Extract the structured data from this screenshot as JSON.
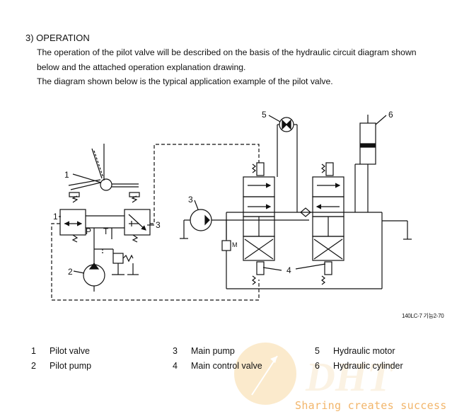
{
  "section": {
    "heading": "3) OPERATION",
    "paragraphs": [
      "The operation of the pilot valve will be described on the basis of the hydraulic circuit diagram shown",
      "below and the attached operation explanation drawing.",
      "The diagram shown below is the typical application example of the pilot valve."
    ]
  },
  "diagram": {
    "callouts": [
      "1",
      "1",
      "2",
      "3",
      "3",
      "4",
      "5",
      "6"
    ],
    "port_labels": {
      "p": "P",
      "t": "T",
      "m": "M"
    },
    "figure_code": "140LC-7 기능2-70"
  },
  "legend": [
    {
      "number": "1",
      "label": "Pilot valve"
    },
    {
      "number": "2",
      "label": "Pilot pump"
    },
    {
      "number": "3",
      "label": "Main pump"
    },
    {
      "number": "4",
      "label": "Main control valve"
    },
    {
      "number": "5",
      "label": "Hydraulic motor"
    },
    {
      "number": "6",
      "label": "Hydraulic cylinder"
    }
  ],
  "watermark": {
    "logo_text": "DHT",
    "tagline": "Sharing creates success",
    "color": "#f2b56a"
  }
}
